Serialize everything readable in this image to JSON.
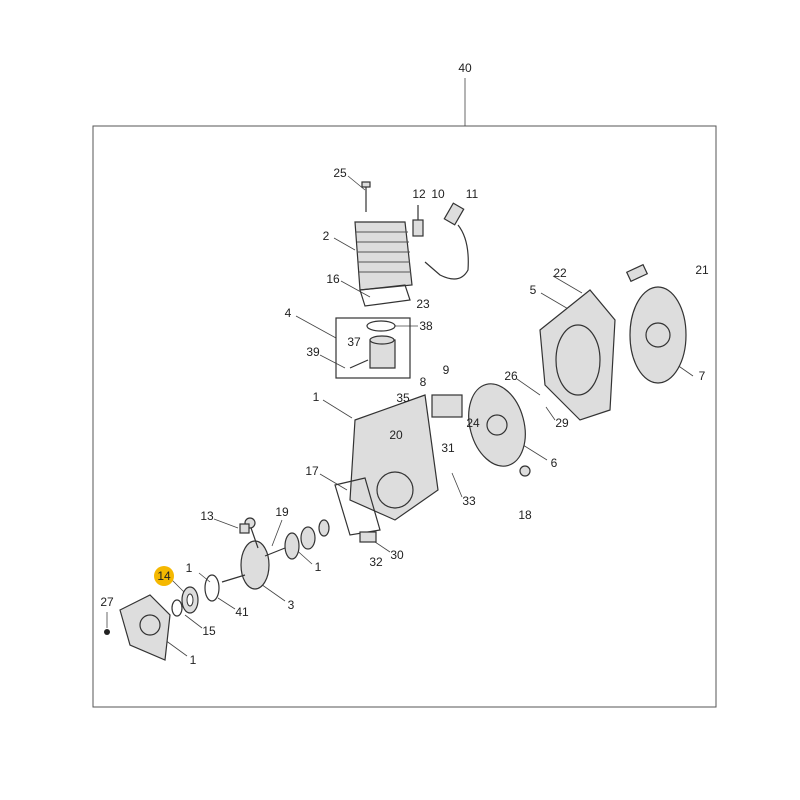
{
  "diagram": {
    "assembly_label": "40",
    "highlight_color": "#F5B800",
    "highlighted_callout": "14",
    "callouts": [
      "25",
      "12",
      "10",
      "11",
      "2",
      "16",
      "23",
      "4",
      "38",
      "37",
      "39",
      "22",
      "5",
      "21",
      "7",
      "9",
      "8",
      "35",
      "26",
      "1",
      "20",
      "31",
      "24",
      "29",
      "6",
      "17",
      "33",
      "18",
      "13",
      "19",
      "30",
      "32",
      "1",
      "14",
      "27",
      "1",
      "41",
      "3",
      "15",
      "1"
    ]
  }
}
